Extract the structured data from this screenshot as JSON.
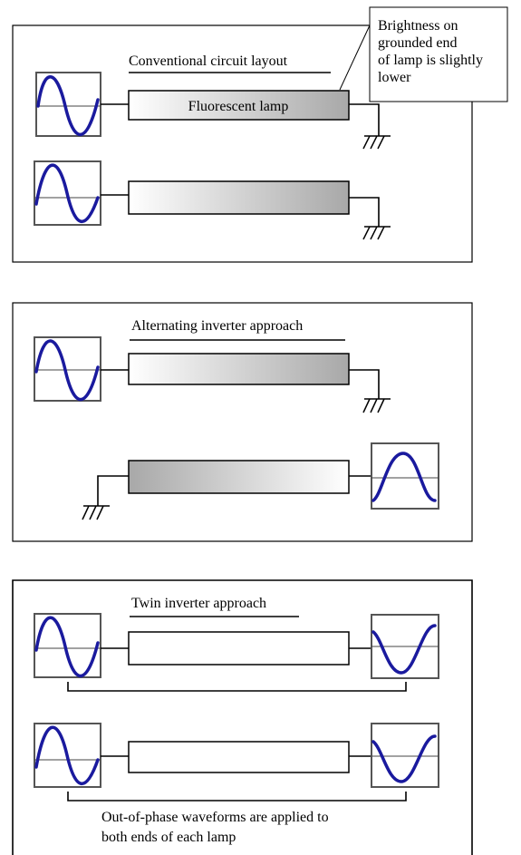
{
  "panels": [
    {
      "title": "Conventional circuit layout",
      "lamp1_label": "Fluorescent lamp"
    },
    {
      "title": "Alternating inverter approach"
    },
    {
      "title": "Twin inverter approach",
      "note_line1": "Out-of-phase waveforms are applied to",
      "note_line2": "both ends of each lamp"
    }
  ],
  "callout": {
    "line1": "Brightness on",
    "line2": "grounded end",
    "line3": "of lamp is slightly",
    "line4": "lower"
  }
}
